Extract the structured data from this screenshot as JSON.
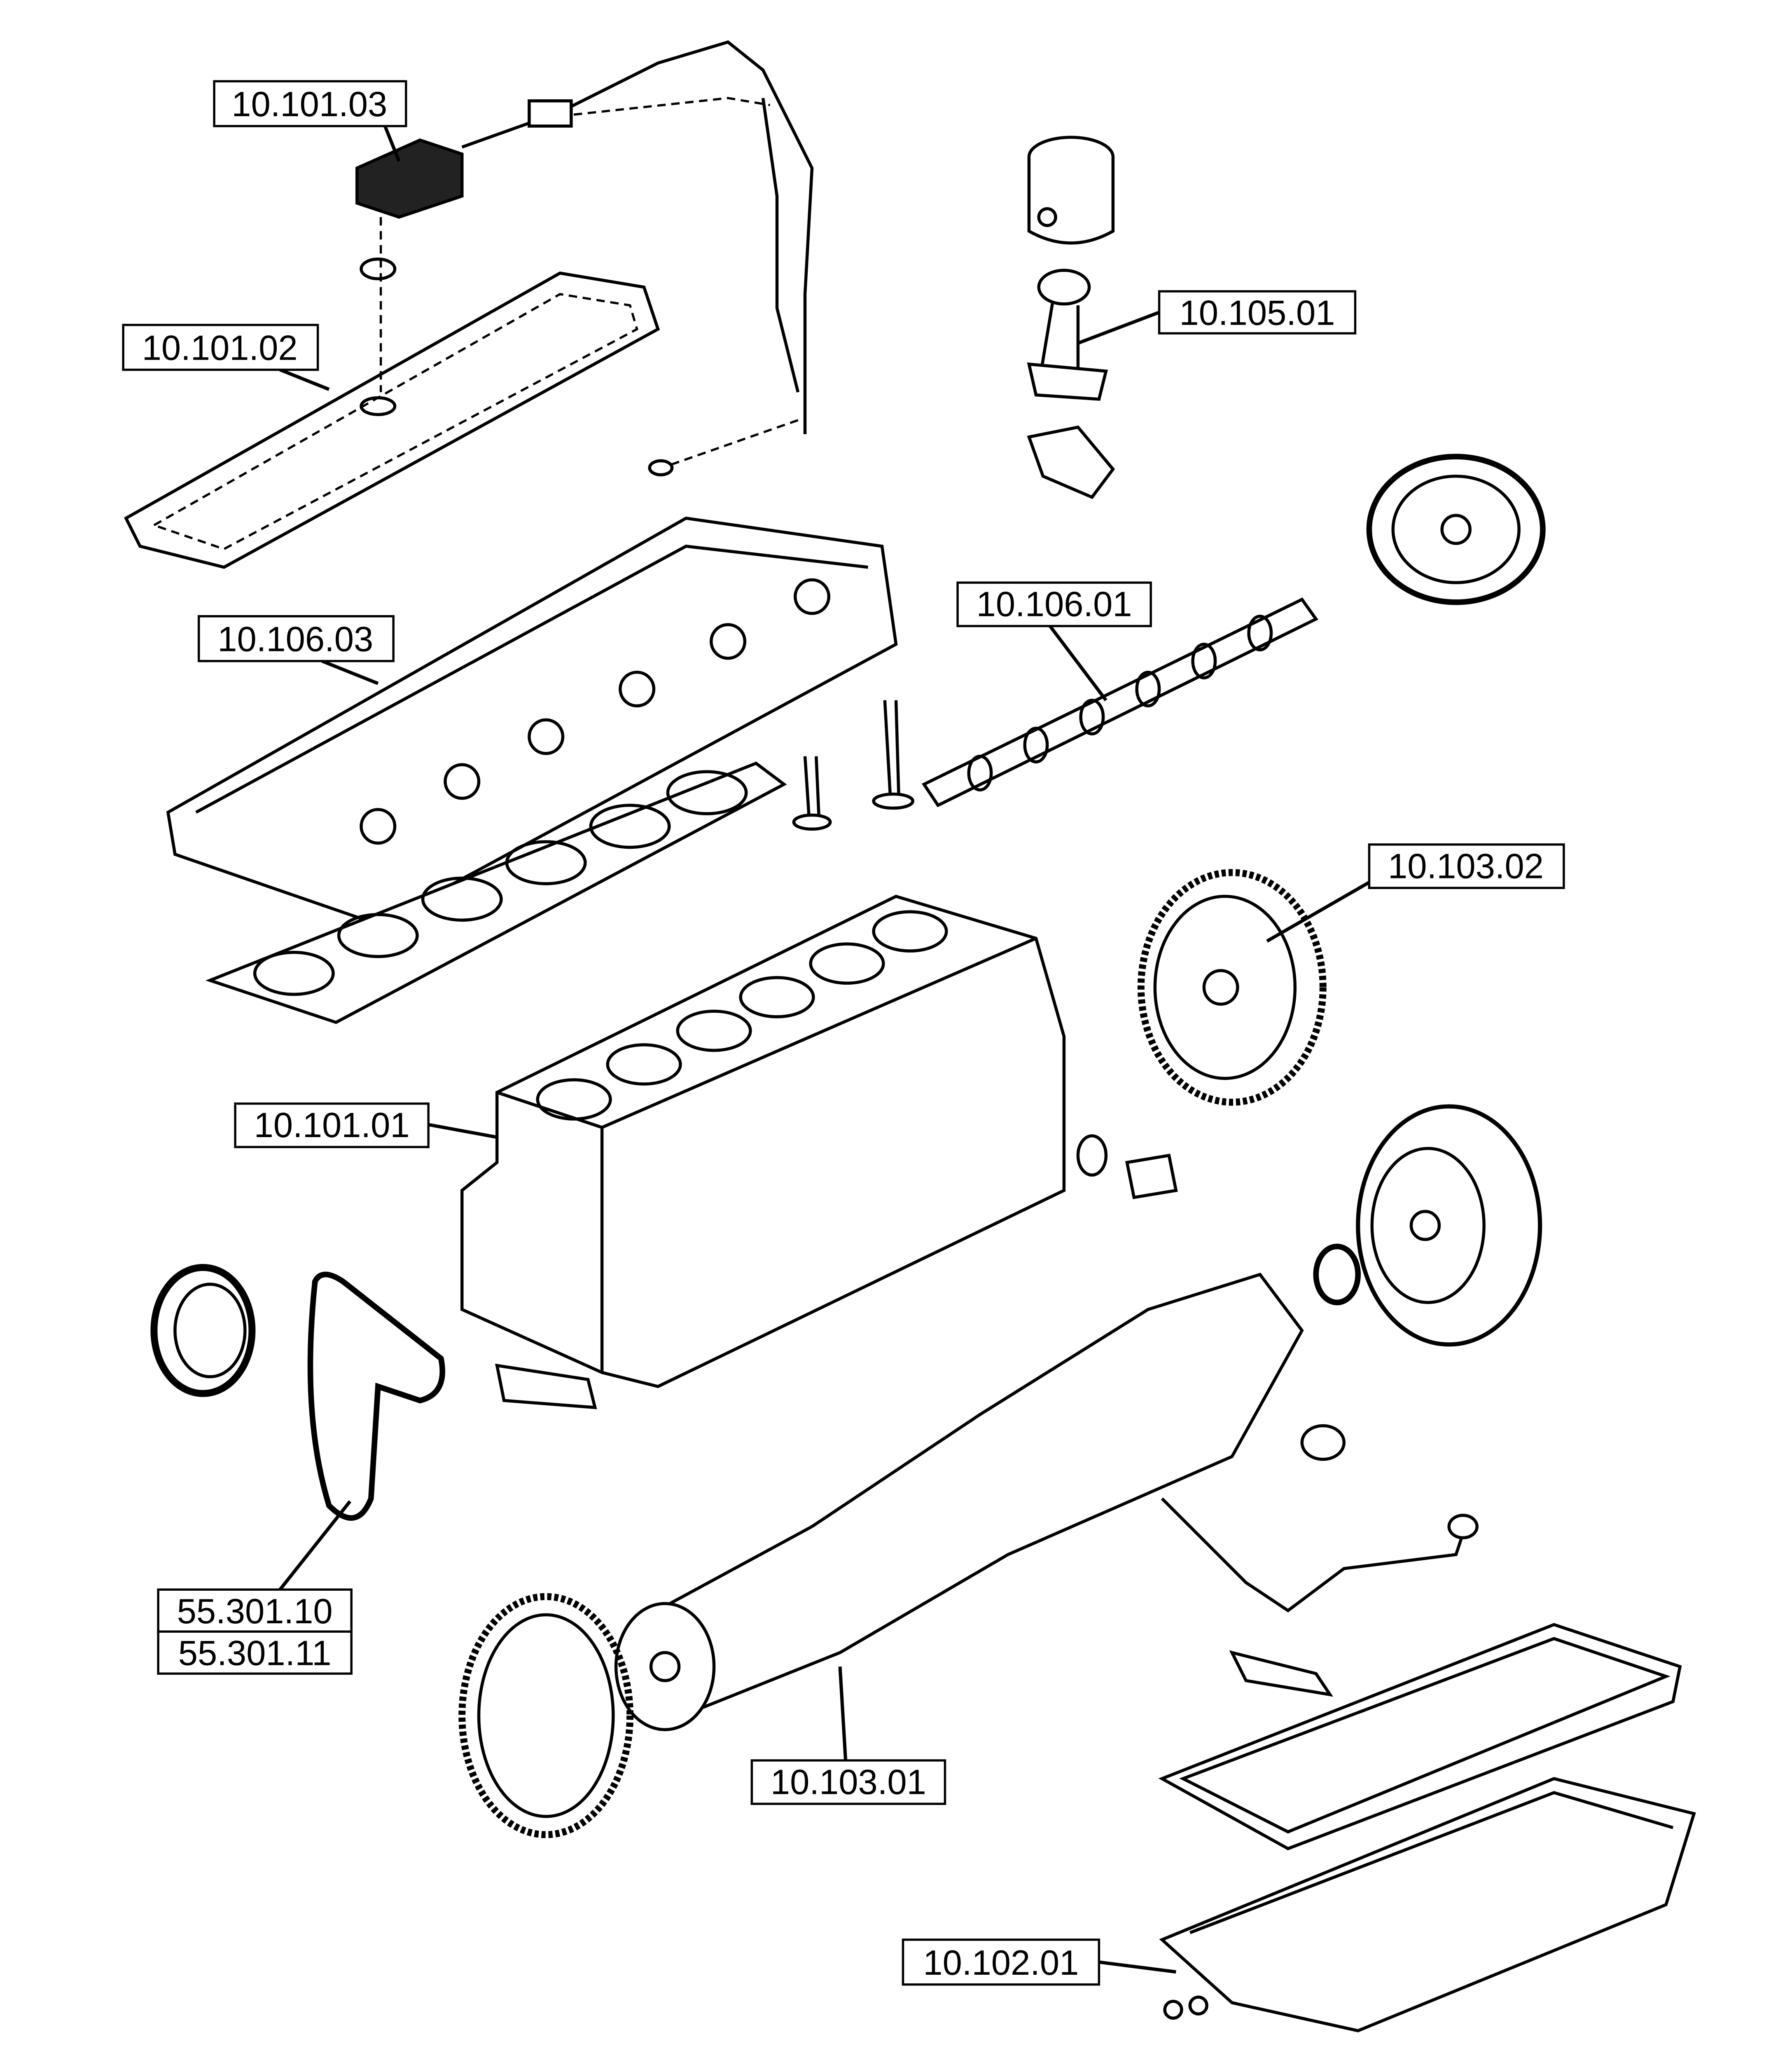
{
  "diagram": {
    "labels": [
      {
        "id": "cylinder-head-cover-part",
        "text": "10.101.03"
      },
      {
        "id": "head-cover-gasket",
        "text": "10.101.02"
      },
      {
        "id": "connecting-rod",
        "text": "10.105.01"
      },
      {
        "id": "camshaft",
        "text": "10.106.01"
      },
      {
        "id": "cylinder-head",
        "text": "10.106.03"
      },
      {
        "id": "flywheel",
        "text": "10.103.02"
      },
      {
        "id": "crankcase",
        "text": "10.101.01"
      },
      {
        "id": "belt-a",
        "text": "55.301.10"
      },
      {
        "id": "belt-b",
        "text": "55.301.11"
      },
      {
        "id": "crankshaft",
        "text": "10.103.01"
      },
      {
        "id": "oil-sump",
        "text": "10.102.01"
      }
    ]
  }
}
